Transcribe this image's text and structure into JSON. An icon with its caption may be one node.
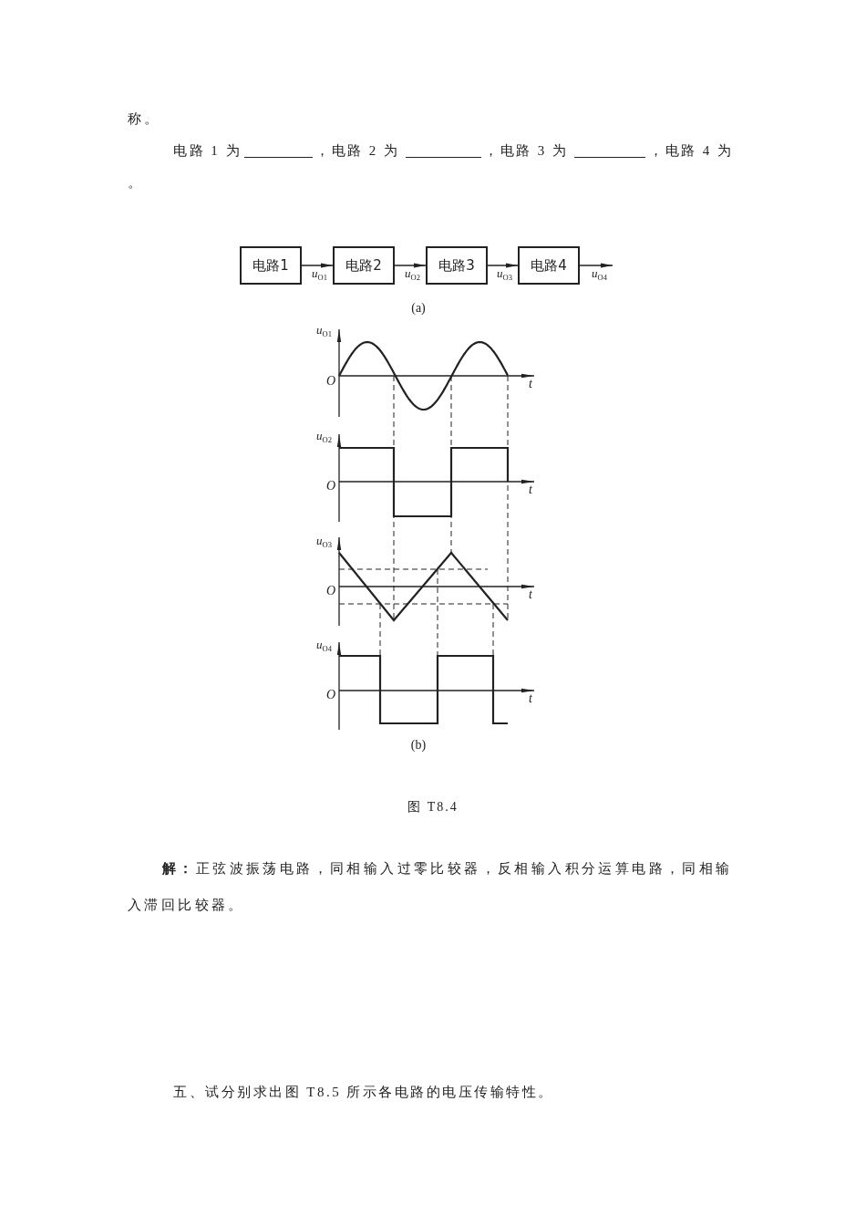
{
  "diagram": {
    "caption": "图 T8.4",
    "nodes": [
      {
        "text": [
          "电路1"
        ]
      },
      {
        "text": [
          "电路2"
        ]
      },
      {
        "text": [
          "电路3"
        ]
      },
      {
        "text": [
          "电路4"
        ]
      }
    ],
    "edges": [
      {
        "from": 0,
        "to": 1,
        "arrow": "to",
        "label": "*u*$_{O1}$"
      },
      {
        "from": 1,
        "to": 2,
        "arrow": "to",
        "label": "*u*$_{O2}$"
      },
      {
        "from": 2,
        "to": 3,
        "arrow": "to",
        "label": "*u*$_{O3}$"
      },
      {
        "from": 3,
        "to": null,
        "arrow": "to",
        "label": "*u*$_{O4}$"
      }
    ],
    "labels": [
      "称。",
      "电路 1 为",
      "，电路 2 为",
      "，电路 3 为",
      "，电路 4 为",
      "。",
      "(a)",
      "*u*$_{O1}$",
      "O",
      "t",
      "*u*$_{O2}$",
      "O",
      "t",
      "*u*$_{O3}$",
      "O",
      "t",
      "*u*$_{O4}$",
      "O",
      "t",
      "(b)",
      "**解：**正弦波振荡电路，同相输入过零比较器，反相输入积分运算电路，同相输入滞回比较器。",
      "五、试分别求出图 T8.5 所示各电路的电压传输特性。"
    ]
  }
}
